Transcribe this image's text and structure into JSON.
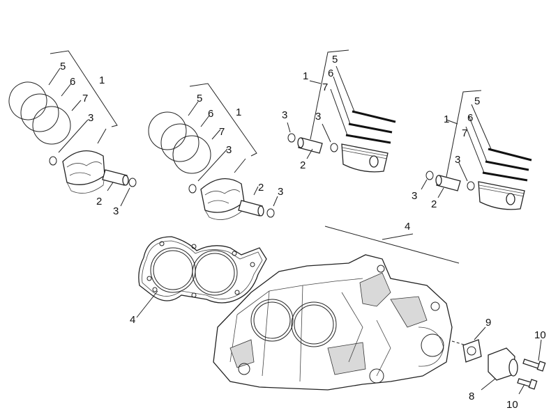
{
  "callouts": {
    "a5": "5",
    "a6": "6",
    "a7": "7",
    "a1": "1",
    "a3a": "3",
    "a2": "2",
    "a3b": "3",
    "b5": "5",
    "b6": "6",
    "b7": "7",
    "b1": "1",
    "b3a": "3",
    "b2": "2",
    "b3b": "3",
    "c5": "5",
    "c6": "6",
    "c7": "7",
    "c1": "1",
    "c3a": "3",
    "c3b": "3",
    "c2": "2",
    "d5": "5",
    "d6": "6",
    "d7": "7",
    "d1": "1",
    "d3a": "3",
    "d3b": "3",
    "d2": "2",
    "gasket4": "4",
    "block4": "4",
    "p9": "9",
    "p8": "8",
    "p10a": "10",
    "p10b": "10"
  },
  "colors": {
    "line": "#222222",
    "background": "#ffffff",
    "shade": "#d9d9d9"
  }
}
